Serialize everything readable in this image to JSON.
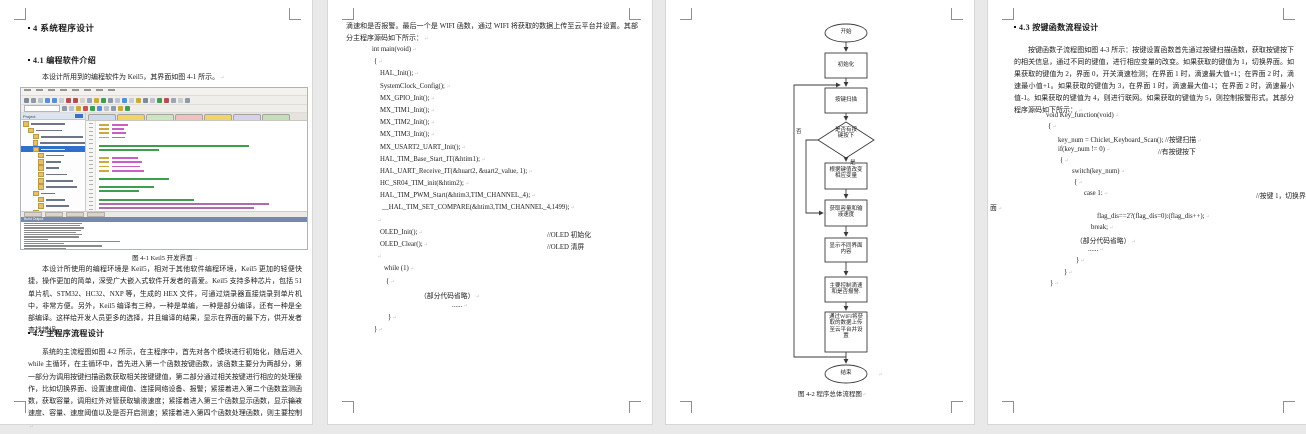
{
  "page1": {
    "h1": "4 系统程序设计",
    "h2a": "4.1 编程软件介绍",
    "para1": "本设计所用到的编程软件为 Keil5，其界面如图 4-1 所示。",
    "fig_caption": "图 4-1 Keil5 开发界面",
    "para2": "本设计所使用的编程环境是 Keil5，相对于其他软件编程环境，Keil5 更加的轻便快捷，操作更加的简单，深受广大嵌入式软件开发者的喜爱。Keil5 支持多种芯片，包括 51 单片机、STM32、HC32、NXP 等，生成的 HEX 文件，可通过烧录器直接烧录到单片机中，非常方便。另外，Keil5 编译有三种，一种是单编，一种是部分编译，还有一种是全部编译。这样给开发人员更多的选择，并且编译的结果，显示在界面的最下方，供开发者查找错误。",
    "h2b": "4.2 主程序流程设计",
    "para3": "系统的主流程图如图 4-2 所示，在主程序中，首先对各个模块进行初始化，随后进入 while 主循环，在主循环中，首先进入第一个函数按键函数，该函数主要分为两部分，第一部分为调用按键扫描函数获取相关按键键值，第二部分通过相关按键进行相应的处理操作，比如切换界面、设置速度阈值、连接网络设备、报警；紧接着进入第二个函数监测函数，获取容量，调用红外对管获取输液速度；紧接着进入第三个函数显示函数，显示输液速度、容量、速度阈值以及是否开启测速；紧接着进入第四个函数处理函数，则主要控制"
  },
  "page2": {
    "para": "滴速和是否报警。最后一个是 WIFI 函数，通过 WIFI 将获取的数据上传至云平台并设置。其部分主程序源码如下所示：",
    "code": [
      {
        "i": 0,
        "t": "int main(void)"
      },
      {
        "i": 2,
        "t": "{"
      },
      {
        "i": 8,
        "t": "HAL_Init();"
      },
      {
        "i": 8,
        "t": "SystemClock_Config();"
      },
      {
        "i": 8,
        "t": "MX_GPIO_Init();"
      },
      {
        "i": 8,
        "t": "MX_TIM1_Init();"
      },
      {
        "i": 8,
        "t": "MX_TIM2_Init();"
      },
      {
        "i": 8,
        "t": "MX_TIM3_Init();"
      },
      {
        "i": 8,
        "t": "MX_USART2_UART_Init();"
      },
      {
        "i": 8,
        "t": "HAL_TIM_Base_Start_IT(&htim1);"
      },
      {
        "i": 8,
        "t": "HAL_UART_Receive_IT(&huart2, &uart2_value, 1);"
      },
      {
        "i": 8,
        "t": "HC_SR04_TIM_init(&htim2);"
      },
      {
        "i": 8,
        "t": "HAL_TIM_PWM_Start(&htim3,TIM_CHANNEL_4);"
      },
      {
        "i": 10,
        "t": "__HAL_TIM_SET_COMPARE(&htim3,TIM_CHANNEL_4,1499);"
      },
      {
        "i": 4,
        "t": ""
      },
      {
        "i": 8,
        "t": "OLED_Init();",
        "c": "//OLED 初始化",
        "cp": 175
      },
      {
        "i": 8,
        "t": "OLED_Clear();",
        "c": "//OLED 清屏",
        "cp": 175
      },
      {
        "i": 4,
        "t": ""
      },
      {
        "i": 12,
        "t": "while (1)"
      },
      {
        "i": 14,
        "t": "{"
      },
      {
        "i": 48,
        "t": "（部分代码省略）"
      },
      {
        "i": 80,
        "t": "......"
      },
      {
        "i": 16,
        "t": "}"
      },
      {
        "i": 2,
        "t": "}"
      }
    ]
  },
  "page3": {
    "flow": {
      "start": "开始",
      "init": "初始化",
      "scan": "按键扫描",
      "decision": "是否有按\n键按下",
      "change": "根据键值改变\n相应变量",
      "get": "获取容量和输\n液速度",
      "display": "显示不同界面\n内容",
      "control": "主要控制滴速\n和是否报警.",
      "wifi": "通过WIFI将获\n取的数据上传\n至云平台并设\n置",
      "end": "结束",
      "yes": "是",
      "no": "否"
    },
    "caption": "图 4-2  程序总体流程图"
  },
  "page4": {
    "h2": "4.3 按键函数流程设计",
    "para": "按键函数子流程图如图 4-3 所示：按键设置函数首先通过按键扫描函数，获取按键按下的相关信息，通过不同的键值，进行相应变量的改变。如果获取的键值为 1，切换界面。如果获取的键值为 2，界面 0，开关滴速检测；在界面 1 时，滴速最大值+1；在界面 2 时，滴速最小值+1。如果获取的键值为 3，在界面 1 时，滴速最大值-1；在界面 2 时，滴速最小值-1。如果获取的键值为 4，则进行联网。如果获取的键值为 5，则控制报警形式。其部分程序源码如下所示：",
    "code": [
      {
        "i": 0,
        "t": "void Key_function(void)"
      },
      {
        "i": 2,
        "t": "{"
      },
      {
        "i": 12,
        "t": "key_num = Chiclet_Keyboard_Scan(); //按键扫描"
      },
      {
        "i": 12,
        "t": "if(key_num != 0)",
        "c": "//有按键按下",
        "cp": 112
      },
      {
        "i": 14,
        "t": "{"
      },
      {
        "i": 26,
        "t": "switch(key_num)"
      },
      {
        "i": 28,
        "t": "{"
      },
      {
        "i": 38,
        "t": "case 1:",
        "c": "//按键 1，切换界",
        "cp": 210
      },
      {
        "i": -56,
        "t": "面"
      },
      {
        "i": 51,
        "t": "flag_dis==2?(flag_dis=0):(flag_dis++);"
      },
      {
        "i": 45,
        "t": "break;"
      },
      {
        "i": 30,
        "t": "（部分代码省略）"
      },
      {
        "i": 42,
        "t": "......"
      },
      {
        "i": 30,
        "t": "}"
      },
      {
        "i": 18,
        "t": "}"
      },
      {
        "i": 4,
        "t": "}"
      }
    ]
  },
  "keil_ide": {
    "panel_title": "Project",
    "output_title": "Build Output",
    "tab_colors": [
      "#ccd9ee",
      "#f0d468",
      "#cde6c2",
      "#f2c0c0",
      "#f0d468",
      "#d6d2ee",
      "#bfe0b8"
    ],
    "toolbar1": [
      "#7f8a99",
      "#8f98a5",
      "#b9c2cd",
      "#5b8dd6",
      "#5b8dd6",
      "#c9cdd4",
      "#b05050",
      "#b05050",
      "#d6d0c6",
      "#9aa5b5",
      "#caa93f",
      "#3f9e4d",
      "#8f98a5",
      "#b9c2cd",
      "#5b8dd6",
      "#c9cdd4",
      "#caa93f",
      "#7f8a99",
      "#b9c2cd",
      "#3f9e4d",
      "#b05050",
      "#9aa5b5",
      "#c9cdd4",
      "#8f98a5"
    ],
    "toolbar2": [
      "#8f98a5",
      "#b9c2cd",
      "#caa93f",
      "#d04f4f",
      "#3f9e4d",
      "#5b8dd6",
      "#b9c2cd",
      "#8f98a5",
      "#caa93f",
      "#3f9e4d"
    ],
    "tree": [
      [
        0,
        0,
        34
      ],
      [
        1,
        0,
        26
      ],
      [
        2,
        0,
        42
      ],
      [
        2,
        0,
        46
      ],
      [
        2,
        1,
        24
      ],
      [
        3,
        0,
        18
      ],
      [
        3,
        0,
        15
      ],
      [
        3,
        0,
        13
      ],
      [
        3,
        0,
        21
      ],
      [
        3,
        0,
        27
      ],
      [
        3,
        0,
        31
      ],
      [
        2,
        0,
        14
      ],
      [
        3,
        0,
        19
      ],
      [
        3,
        0,
        23
      ],
      [
        2,
        0,
        31
      ],
      [
        1,
        0,
        24
      ]
    ],
    "code_colors": {
      "y": "#caa93f",
      "p": "#c75fc7",
      "g": "#3f9e4d",
      "k": "#707070",
      "m": "#b06ab0"
    },
    "code_rows": [
      [
        [
          "y",
          10
        ],
        [
          "p",
          16
        ]
      ],
      [
        [
          "y",
          10
        ],
        [
          "p",
          12
        ]
      ],
      [
        [
          "y",
          10
        ],
        [
          "p",
          14
        ]
      ],
      [
        [
          "y",
          10
        ],
        [
          "p",
          13
        ]
      ],
      [],
      [
        [
          "g",
          150
        ]
      ],
      [
        [
          "g",
          60
        ]
      ],
      [],
      [
        [
          "y",
          10
        ],
        [
          "p",
          26
        ]
      ],
      [
        [
          "y",
          10
        ],
        [
          "p",
          30
        ]
      ],
      [
        [
          "y",
          10
        ],
        [
          "p",
          28
        ]
      ],
      [
        [
          "y",
          10
        ],
        [
          "p",
          32
        ]
      ],
      [],
      [
        [
          "g",
          70
        ]
      ],
      [],
      [
        [
          "g",
          55
        ]
      ],
      [
        [
          "g",
          40
        ]
      ],
      [],
      [
        [
          "g",
          95
        ]
      ],
      [
        [
          "m",
          170
        ]
      ],
      [
        [
          "m",
          155
        ]
      ],
      [
        [
          "y",
          9
        ],
        [
          "m",
          70
        ]
      ],
      [
        [
          "g",
          50
        ]
      ],
      [],
      [
        [
          "k",
          26
        ],
        [
          "g",
          34
        ]
      ],
      [
        [
          "k",
          20
        ],
        [
          "g",
          22
        ]
      ]
    ],
    "output_bar_widths": [
      58,
      56,
      60,
      57,
      52,
      58,
      55,
      24,
      96,
      40,
      78,
      42
    ]
  }
}
